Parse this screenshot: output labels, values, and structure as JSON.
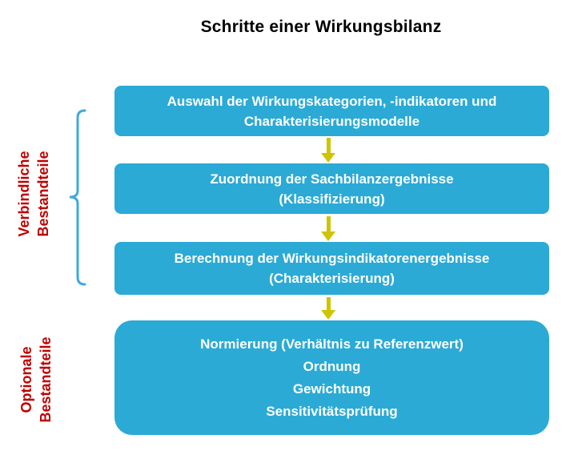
{
  "title": "Schritte einer Wirkungsbilanz",
  "colors": {
    "box_fill": "#2BAAD6",
    "arrow": "#CFC400",
    "side_label_text": "#C00000",
    "brace": "#3FA9DC",
    "box_text": "#FFFFFF",
    "title_text": "#000000"
  },
  "boxes": [
    {
      "lines": [
        "Auswahl der Wirkungskategorien, -indikatoren und",
        "Charakterisierungsmodelle"
      ]
    },
    {
      "lines": [
        "Zuordnung der Sachbilanzergebnisse",
        "(Klassifizierung)"
      ]
    },
    {
      "lines": [
        "Berechnung der Wirkungsindikatorenergebnisse",
        "(Charakterisierung)"
      ]
    },
    {
      "lines": [
        "Normierung (Verhältnis zu Referenzwert)",
        "Ordnung",
        "Gewichtung",
        "Sensitivitätsprüfung"
      ]
    }
  ],
  "side_labels": [
    {
      "lines": [
        "Verbindliche",
        "Bestandteile"
      ]
    },
    {
      "lines": [
        "Optionale",
        "Bestandteile"
      ]
    }
  ]
}
